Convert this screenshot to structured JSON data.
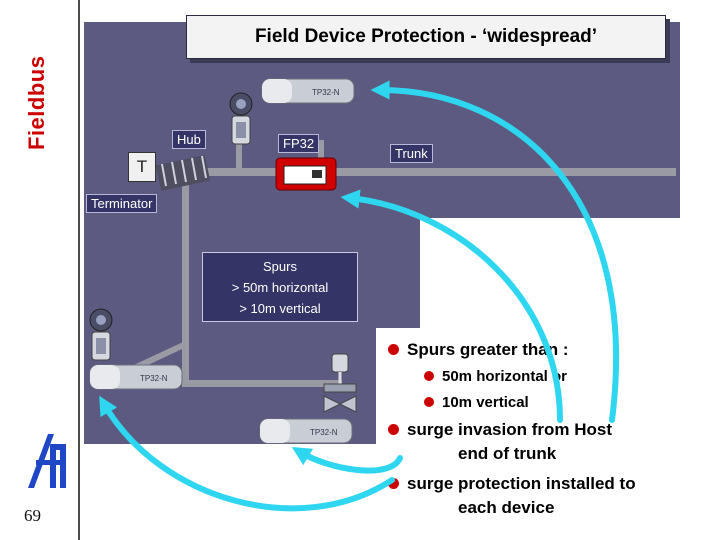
{
  "sidebar": {
    "vertical_title": "Fieldbus",
    "page_number": "69"
  },
  "title": "Field Device Protection - ‘widespread’",
  "diagram": {
    "hub_label": "Hub",
    "fp32_label": "FP32",
    "trunk_label": "Trunk",
    "terminator_label": "Terminator",
    "terminator_symbol": "T",
    "spurs_label": [
      "Spurs",
      "> 50m horizontal",
      "> 10m vertical"
    ]
  },
  "notes": {
    "items": [
      {
        "text": "Spurs greater than :",
        "sub": [
          "50m horizontal or",
          "10m vertical"
        ]
      },
      {
        "text": "surge invasion from Host",
        "cont": "end of trunk"
      },
      {
        "text": "surge protection installed to",
        "cont": "each device"
      }
    ]
  },
  "colors": {
    "title_vertical": "#cc0000",
    "panel": "#5c5a80",
    "label_bg": "#343466",
    "arrow": "#2fd6ef",
    "bullet": "#cc0000"
  },
  "icons": [
    "company-logo-icon",
    "transmitter-icon",
    "valve-icon",
    "surge-protector-icon",
    "hub-icon",
    "fp32-module-icon"
  ]
}
